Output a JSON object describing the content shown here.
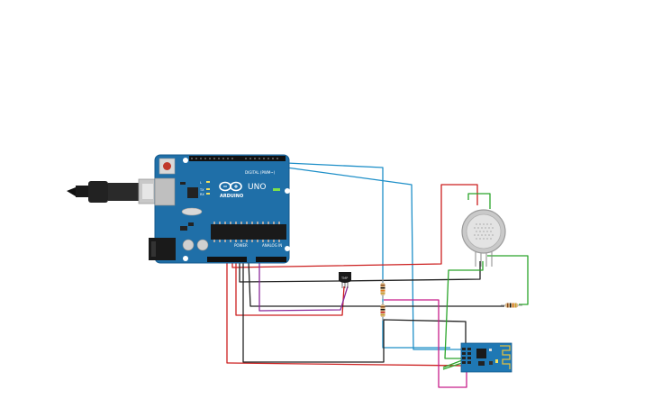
{
  "board": {
    "brand": "ARDUINO",
    "model": "UNO",
    "header_digital": "DIGITAL (PWM~)",
    "header_power": "POWER",
    "header_analog": "ANALOG IN",
    "led_tx": "TX",
    "led_rx": "RX",
    "led_l": "L",
    "color_pcb": "#1f6fa8"
  },
  "sensor": {
    "label": "TMP"
  },
  "wire_colors": {
    "red": "#cc1f1f",
    "black": "#222222",
    "blue": "#1e8fc8",
    "purple": "#8a2a9a",
    "green": "#2aa52a",
    "magenta": "#c81e8a"
  }
}
